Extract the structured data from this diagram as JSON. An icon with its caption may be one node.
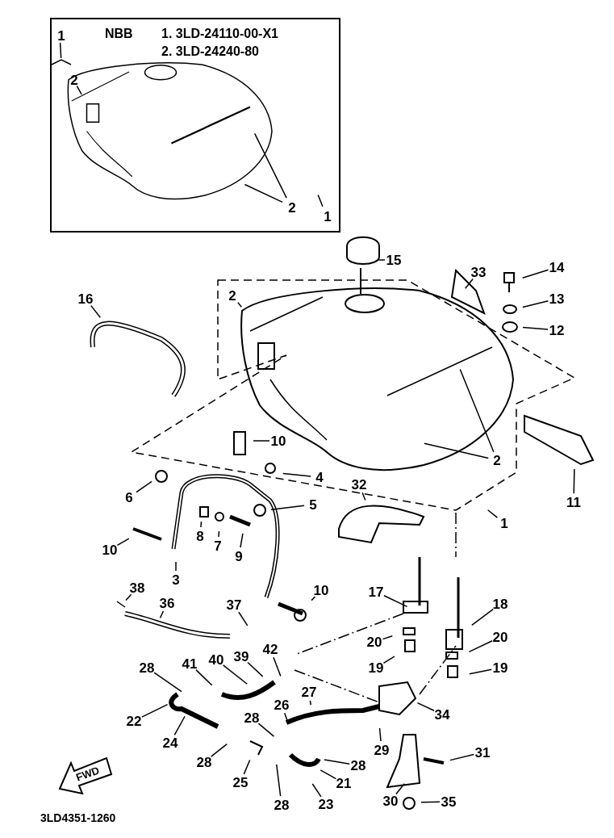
{
  "diagram": {
    "nodes": [
      {
        "text": [
          "NBB",
          "1. 3LD-24110-00-X1",
          "2. 3LD-24240-80"
        ]
      },
      {
        "text": [
          "1"
        ],
        "in": 0
      },
      {
        "text": [
          "2"
        ],
        "in": 0
      },
      {
        "text": [
          "2"
        ],
        "in": 0
      },
      {
        "text": [
          "1"
        ],
        "in": 0
      },
      {
        "text": [
          "15"
        ]
      },
      {
        "text": [
          "2"
        ]
      },
      {
        "text": [
          "33"
        ]
      },
      {
        "text": [
          "14"
        ]
      },
      {
        "text": [
          "13"
        ]
      },
      {
        "text": [
          "12"
        ]
      },
      {
        "text": [
          "16"
        ]
      },
      {
        "text": [
          "10"
        ]
      },
      {
        "text": [
          "4"
        ]
      },
      {
        "text": [
          "6"
        ]
      },
      {
        "text": [
          "5"
        ]
      },
      {
        "text": [
          "8"
        ]
      },
      {
        "text": [
          "7"
        ]
      },
      {
        "text": [
          "9"
        ]
      },
      {
        "text": [
          "10"
        ]
      },
      {
        "text": [
          "3"
        ]
      },
      {
        "text": [
          "32"
        ]
      },
      {
        "text": [
          "2"
        ]
      },
      {
        "text": [
          "1"
        ]
      },
      {
        "text": [
          "11"
        ]
      },
      {
        "text": [
          "10"
        ]
      },
      {
        "text": [
          "38"
        ]
      },
      {
        "text": [
          "36"
        ]
      },
      {
        "text": [
          "37"
        ]
      },
      {
        "text": [
          "17"
        ]
      },
      {
        "text": [
          "18"
        ]
      },
      {
        "text": [
          "20"
        ]
      },
      {
        "text": [
          "20"
        ]
      },
      {
        "text": [
          "19"
        ]
      },
      {
        "text": [
          "19"
        ]
      },
      {
        "text": [
          "28"
        ]
      },
      {
        "text": [
          "41"
        ]
      },
      {
        "text": [
          "40"
        ]
      },
      {
        "text": [
          "39"
        ]
      },
      {
        "text": [
          "42"
        ]
      },
      {
        "text": [
          "27"
        ]
      },
      {
        "text": [
          "26"
        ]
      },
      {
        "text": [
          "28"
        ]
      },
      {
        "text": [
          "22"
        ]
      },
      {
        "text": [
          "24"
        ]
      },
      {
        "text": [
          "34"
        ]
      },
      {
        "text": [
          "29"
        ]
      },
      {
        "text": [
          "31"
        ]
      },
      {
        "text": [
          "28"
        ]
      },
      {
        "text": [
          "28"
        ]
      },
      {
        "text": [
          "25"
        ]
      },
      {
        "text": [
          "21"
        ]
      },
      {
        "text": [
          "23"
        ]
      },
      {
        "text": [
          "28"
        ]
      },
      {
        "text": [
          "30"
        ]
      },
      {
        "text": [
          "35"
        ]
      },
      {
        "text": [
          "FWD"
        ]
      }
    ],
    "edges": [
      {
        "from": 1,
        "to": null,
        "arrow": "none"
      },
      {
        "from": 2,
        "to": null,
        "arrow": "none"
      },
      {
        "from": 3,
        "to": null,
        "arrow": "none"
      },
      {
        "from": 3,
        "to": null,
        "arrow": "none"
      },
      {
        "from": 4,
        "to": null,
        "arrow": "none"
      },
      {
        "from": 5,
        "to": null,
        "arrow": "none"
      },
      {
        "from": 6,
        "to": null,
        "arrow": "none"
      },
      {
        "from": 7,
        "to": null,
        "arrow": "none"
      },
      {
        "from": 8,
        "to": null,
        "arrow": "none"
      },
      {
        "from": 9,
        "to": null,
        "arrow": "none"
      },
      {
        "from": 10,
        "to": null,
        "arrow": "none"
      },
      {
        "from": 11,
        "to": null,
        "arrow": "none"
      },
      {
        "from": 12,
        "to": null,
        "arrow": "none"
      },
      {
        "from": 13,
        "to": null,
        "arrow": "none"
      },
      {
        "from": 14,
        "to": null,
        "arrow": "none"
      },
      {
        "from": 15,
        "to": null,
        "arrow": "none"
      },
      {
        "from": 16,
        "to": null,
        "arrow": "none"
      },
      {
        "from": 17,
        "to": null,
        "arrow": "none"
      },
      {
        "from": 18,
        "to": null,
        "arrow": "none"
      },
      {
        "from": 19,
        "to": null,
        "arrow": "none"
      },
      {
        "from": 20,
        "to": null,
        "arrow": "none"
      },
      {
        "from": 21,
        "to": null,
        "arrow": "none"
      },
      {
        "from": 22,
        "to": null,
        "arrow": "none"
      },
      {
        "from": 22,
        "to": null,
        "arrow": "none"
      },
      {
        "from": 23,
        "to": null,
        "arrow": "none"
      },
      {
        "from": 24,
        "to": null,
        "arrow": "none"
      },
      {
        "from": 25,
        "to": null,
        "arrow": "none"
      },
      {
        "from": 26,
        "to": null,
        "arrow": "none"
      },
      {
        "from": 27,
        "to": null,
        "arrow": "none"
      },
      {
        "from": 28,
        "to": null,
        "arrow": "none"
      },
      {
        "from": 29,
        "to": null,
        "arrow": "none"
      },
      {
        "from": 30,
        "to": null,
        "arrow": "none"
      },
      {
        "from": 31,
        "to": null,
        "arrow": "none"
      },
      {
        "from": 32,
        "to": null,
        "arrow": "none"
      },
      {
        "from": 33,
        "to": null,
        "arrow": "none"
      },
      {
        "from": 34,
        "to": null,
        "arrow": "none"
      },
      {
        "from": 35,
        "to": null,
        "arrow": "none"
      },
      {
        "from": 36,
        "to": null,
        "arrow": "none"
      },
      {
        "from": 37,
        "to": null,
        "arrow": "none"
      },
      {
        "from": 38,
        "to": null,
        "arrow": "none"
      },
      {
        "from": 39,
        "to": null,
        "arrow": "none"
      },
      {
        "from": 40,
        "to": null,
        "arrow": "none"
      },
      {
        "from": 41,
        "to": null,
        "arrow": "none"
      },
      {
        "from": 42,
        "to": null,
        "arrow": "none"
      },
      {
        "from": 43,
        "to": null,
        "arrow": "none"
      },
      {
        "from": 44,
        "to": null,
        "arrow": "none"
      },
      {
        "from": 45,
        "to": null,
        "arrow": "none"
      },
      {
        "from": 46,
        "to": null,
        "arrow": "none"
      },
      {
        "from": 47,
        "to": null,
        "arrow": "none"
      },
      {
        "from": 48,
        "to": null,
        "arrow": "none"
      },
      {
        "from": 49,
        "to": null,
        "arrow": "none"
      },
      {
        "from": 50,
        "to": null,
        "arrow": "none"
      },
      {
        "from": 51,
        "to": null,
        "arrow": "none"
      },
      {
        "from": 52,
        "to": null,
        "arrow": "none"
      },
      {
        "from": 53,
        "to": null,
        "arrow": "none"
      },
      {
        "from": 54,
        "to": null,
        "arrow": "none"
      },
      {
        "from": 55,
        "to": null,
        "arrow": "none"
      }
    ],
    "labels": [
      "3LD4351-1260"
    ]
  }
}
